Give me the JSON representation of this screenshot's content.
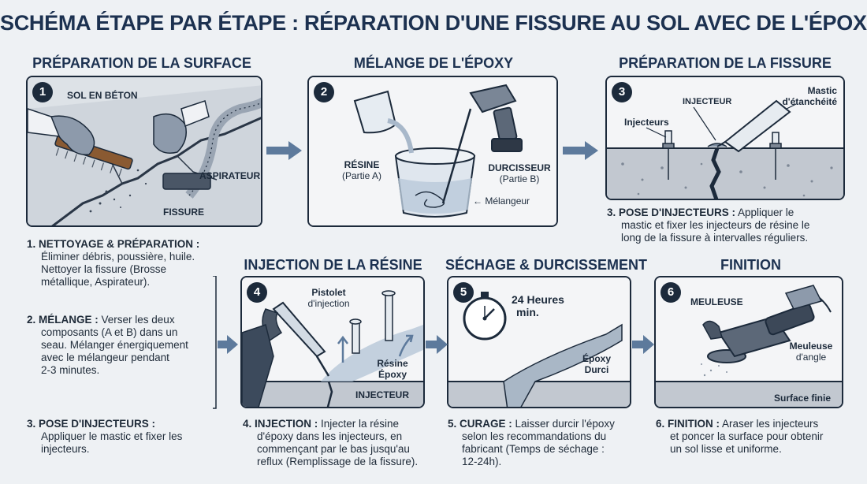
{
  "title": "SCHÉMA ÉTAPE PAR ÉTAPE : RÉPARATION D'UNE FISSURE AU SOL AVEC DE L'ÉPOXY",
  "steps": [
    {
      "number": "1",
      "heading": "PRÉPARATION DE LA SURFACE",
      "labels": {
        "floor": "SOL EN BÉTON",
        "vacuum": "ASPIRATEUR",
        "crack": "FISSURE"
      }
    },
    {
      "number": "2",
      "heading": "MÉLANGE DE L'ÉPOXY",
      "labels": {
        "resin_1": "RÉSINE",
        "resin_2": "(Partie A)",
        "hardener_1": "DURCISSEUR",
        "hardener_2": "(Partie B)",
        "mixer": "Mélangeur"
      }
    },
    {
      "number": "3",
      "heading": "PRÉPARATION DE LA FISSURE",
      "labels": {
        "injector": "INJECTEUR",
        "injectors": "Injecteurs",
        "sealant_1": "Mastic",
        "sealant_2": "d'étanchéité"
      }
    },
    {
      "number": "4",
      "heading": "INJECTION DE LA RÉSINE",
      "labels": {
        "gun_1": "Pistolet",
        "gun_2": "d'injection",
        "resin_1": "Résine",
        "resin_2": "Époxy",
        "injector": "INJECTEUR"
      }
    },
    {
      "number": "5",
      "heading": "SÉCHAGE & DURCISSEMENT",
      "labels": {
        "time_1": "24 Heures",
        "time_2": "min.",
        "cured_1": "Époxy",
        "cured_2": "Durci"
      }
    },
    {
      "number": "6",
      "heading": "FINITION",
      "labels": {
        "grinder": "MEULEUSE",
        "angle_1": "Meuleuse",
        "angle_2": "d'angle",
        "finish": "Surface finie"
      }
    }
  ],
  "descriptions": {
    "d1_title": "1. NETTOYAGE & PRÉPARATION :",
    "d1_l1": "Éliminer débris, poussière, huile.",
    "d1_l2": "Nettoyer la fissure (Brosse",
    "d1_l3": "métallique, Aspirateur).",
    "d2_title": "2. MÉLANGE :",
    "d2_l1": " Verser les deux",
    "d2_l2": "composants (A et B) dans un",
    "d2_l3": "seau. Mélanger énergiquement",
    "d2_l4": "avec le mélangeur pendant",
    "d2_l5": "2-3 minutes.",
    "d3_title": "3. POSE D'INJECTEURS :",
    "d3_l1": "Appliquer le mastic et fixer les",
    "d3_l2": "injecteurs.",
    "d3b_title": "3. POSE D'INJECTEURS :",
    "d3b_l1": " Appliquer le",
    "d3b_l2": "mastic et fixer les injecteurs de résine le",
    "d3b_l3": "long de la fissure à intervalles réguliers.",
    "d4_title": "4. INJECTION :",
    "d4_l1": " Injecter la résine",
    "d4_l2": "d'époxy dans les injecteurs, en",
    "d4_l3": "commençant par le bas jusqu'au",
    "d4_l4": "reflux (Remplissage de la fissure).",
    "d5_title": "5. CURAGE :",
    "d5_l1": " Laisser durcir l'époxy",
    "d5_l2": "selon les recommandations du",
    "d5_l3": "fabricant (Temps de séchage :",
    "d5_l4": "12-24h).",
    "d6_title": "6. FINITION :",
    "d6_l1": " Araser les injecteurs",
    "d6_l2": "et poncer la surface pour obtenir",
    "d6_l3": "un sol lisse et uniforme."
  },
  "colors": {
    "ink": "#1c2a3b",
    "heading": "#1c3150",
    "arrow": "#5d7a9c",
    "concrete": "#c2c8d0"
  }
}
